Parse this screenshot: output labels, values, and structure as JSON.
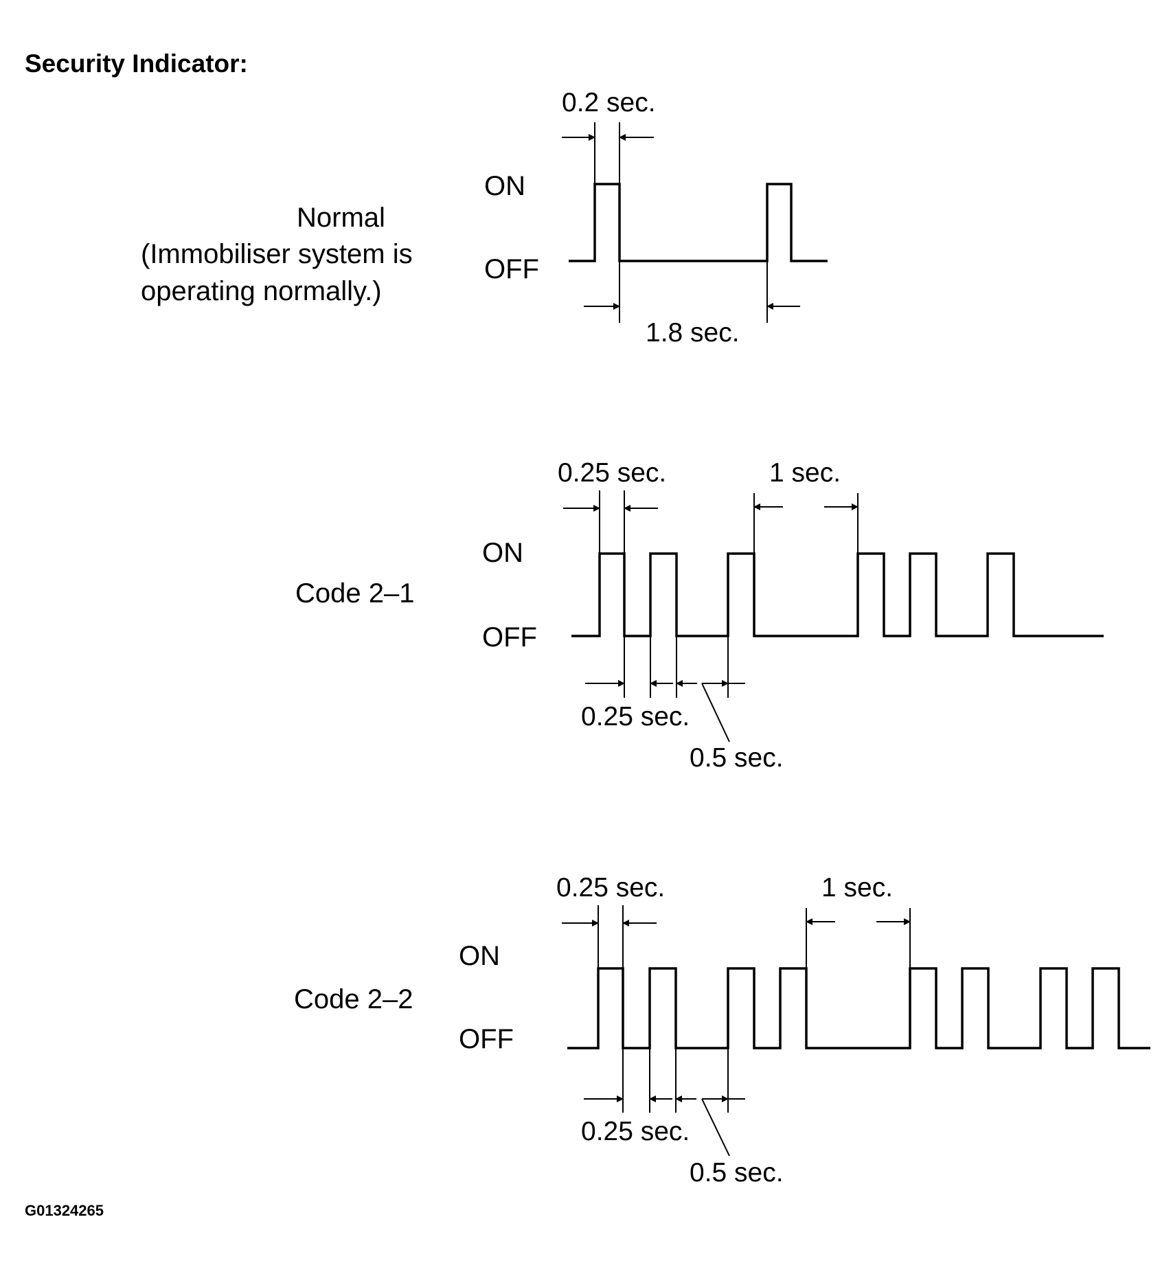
{
  "title": "Security Indicator:",
  "figure_id": "G01324265",
  "state_labels": {
    "on": "ON",
    "off": "OFF"
  },
  "panels": [
    {
      "name": "normal",
      "label_lines": [
        "Normal",
        "(Immobiliser system is",
        "operating normally.)"
      ],
      "pulse_pattern": [
        1
      ],
      "dimensions": {
        "on_time": "0.2 sec.",
        "off_time": "1.8 sec."
      }
    },
    {
      "name": "code-2-1",
      "label_lines": [
        "Code 2–1"
      ],
      "pulse_pattern": [
        2,
        1
      ],
      "dimensions": {
        "on_time": "0.25 sec.",
        "off_short": "0.25 sec.",
        "off_long": "0.5 sec.",
        "group_gap": "1 sec."
      }
    },
    {
      "name": "code-2-2",
      "label_lines": [
        "Code 2–2"
      ],
      "pulse_pattern": [
        2,
        2
      ],
      "dimensions": {
        "on_time": "0.25 sec.",
        "off_short": "0.25 sec.",
        "off_long": "0.5 sec.",
        "group_gap": "1 sec."
      }
    }
  ]
}
